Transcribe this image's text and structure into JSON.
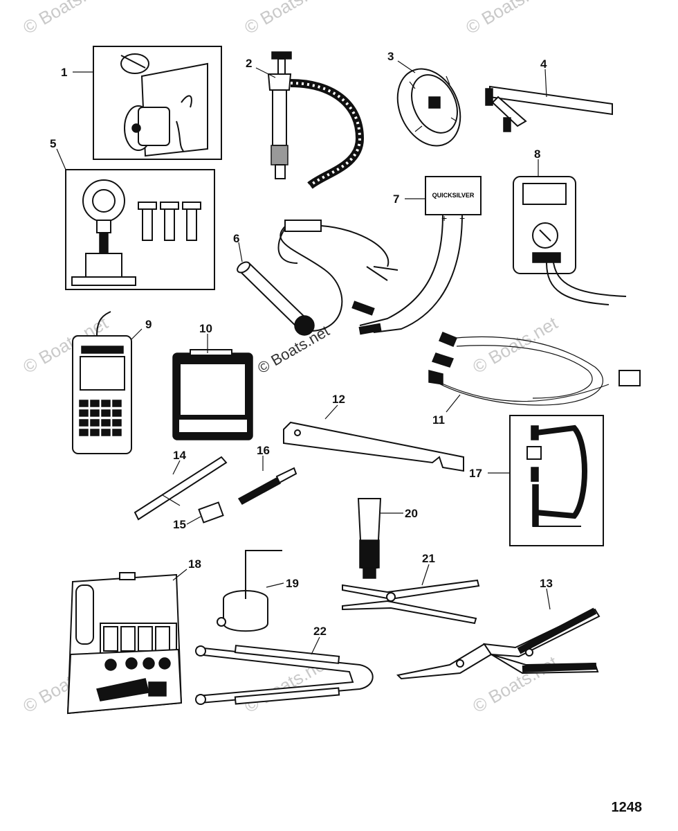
{
  "page_number": "1248",
  "watermark": {
    "text": "© Boats.net",
    "corner_text": "© Boats.net"
  },
  "device_labels": {
    "quicksilver_box": "QUICKSILVER",
    "plus": "+",
    "minus": "−"
  },
  "callouts": [
    "1",
    "2",
    "3",
    "4",
    "5",
    "6",
    "7",
    "8",
    "9",
    "10",
    "11",
    "12",
    "13",
    "14",
    "15",
    "16",
    "17",
    "18",
    "19",
    "20",
    "21",
    "22"
  ]
}
